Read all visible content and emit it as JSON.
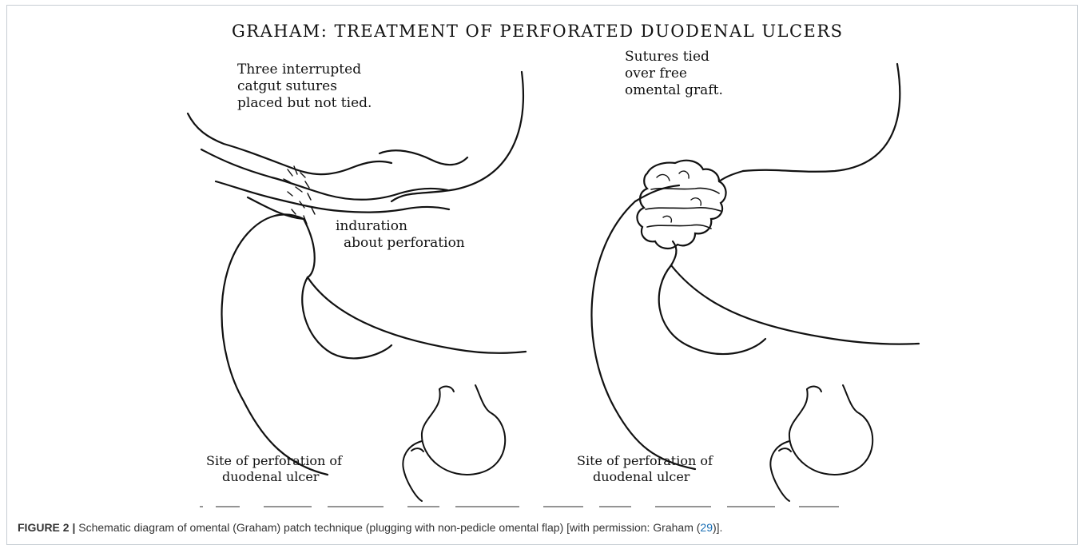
{
  "figure": {
    "title": "GRAHAM: TREATMENT OF PERFORATED DUODENAL ULCERS",
    "left_panel": {
      "note_lines": [
        "Three interrupted",
        "catgut sutures",
        "placed but not tied."
      ],
      "induration_lines": [
        "induration",
        "about perforation"
      ],
      "site_lines": [
        "Site of perforation of",
        "duodenal ulcer"
      ]
    },
    "right_panel": {
      "note_lines": [
        "Sutures tied",
        "over free",
        "omental graft."
      ],
      "site_lines": [
        "Site of perforation of",
        "duodenal ulcer"
      ]
    }
  },
  "caption": {
    "label": "FIGURE 2 |",
    "text_before_ref": " Schematic diagram of omental (Graham) patch technique (plugging with non-pedicle omental flap) [with permission: Graham (",
    "ref": "29",
    "text_after_ref": ")]."
  },
  "icons": {
    "left_drawing": "stomach-duodenum-sutures-illustration",
    "right_drawing": "stomach-duodenum-omental-graft-illustration",
    "stomach_inset": "stomach-outline-icon"
  },
  "colors": {
    "ink": "#111111",
    "caption_text": "#333333",
    "ref_link": "#1a6fb5",
    "frame_border": "#c7cdd3"
  }
}
